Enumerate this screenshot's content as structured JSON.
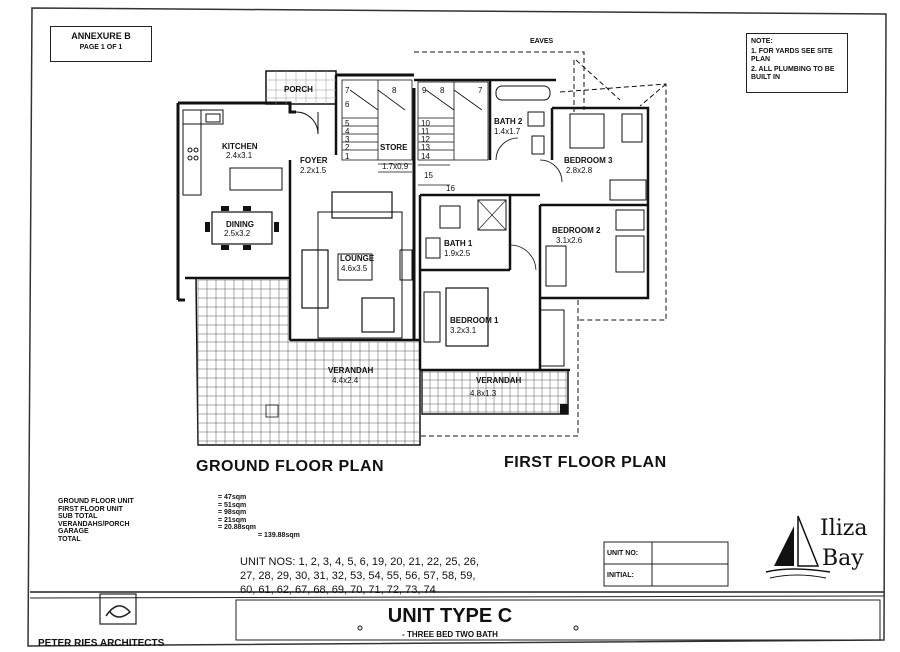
{
  "annexure": {
    "title": "ANNEXURE B",
    "page": "PAGE 1 OF 1"
  },
  "note": {
    "heading": "NOTE:",
    "items": [
      "1. FOR YARDS SEE SITE PLAN",
      "2. ALL PLUMBING TO BE BUILT IN"
    ]
  },
  "labels": {
    "eaves": "EAVES",
    "porch": "PORCH",
    "store": "STORE",
    "store_size": "1.7x0.9",
    "kitchen": "KITCHEN",
    "kitchen_size": "2.4x3.1",
    "foyer": "FOYER",
    "foyer_size": "2.2x1.5",
    "dining": "DINING",
    "dining_size": "2.5x3.2",
    "lounge": "LOUNGE",
    "lounge_size": "4.6x3.5",
    "verandah_ground": "VERANDAH",
    "verandah_ground_size": "4.4x2.4",
    "bath2": "BATH 2",
    "bath2_size": "1.4x1.7",
    "bedroom3": "BEDROOM 3",
    "bedroom3_size": "2.8x2.8",
    "bath1": "BATH 1",
    "bath1_size": "1.9x2.5",
    "bedroom2": "BEDROOM 2",
    "bedroom2_size": "3.1x2.6",
    "bedroom1": "BEDROOM 1",
    "bedroom1_size": "3.2x3.1",
    "verandah_first": "VERANDAH",
    "verandah_first_size": "4.8x1.3",
    "stair_15": "15",
    "stair_16": "16"
  },
  "stair_numbers_ground": [
    "7",
    "6",
    "8",
    "5",
    "4",
    "3",
    "2",
    "1"
  ],
  "stair_numbers_first": [
    "9",
    "8",
    "7",
    "10",
    "11",
    "12",
    "13",
    "14"
  ],
  "plan_titles": {
    "ground": "GROUND FLOOR PLAN",
    "first": "FIRST FLOOR PLAN"
  },
  "areas": {
    "labels": [
      "GROUND FLOOR UNIT",
      "FIRST FLOOR UNIT",
      "SUB TOTAL",
      "VERANDAHS/PORCH",
      "GARAGE",
      "TOTAL"
    ],
    "values": [
      "= 47sqm",
      "= 51sqm",
      "= 98sqm",
      "= 21sqm",
      "= 20.88sqm",
      "= 139.88sqm"
    ]
  },
  "unit_nos": {
    "line1": "UNIT NOS: 1, 2, 3, 4, 5, 6, 19, 20, 21, 22, 25, 26,",
    "line2": "27, 28, 29, 30, 31, 32, 53, 54, 55, 56, 57, 58, 59,",
    "line3": "60, 61, 62, 67, 68, 69, 70, 71, 72, 73, 74"
  },
  "signoff": {
    "unit_no": "UNIT NO:",
    "initial": "INITIAL:"
  },
  "brand": {
    "line1": "Iliza",
    "line2": "Bay"
  },
  "footer": {
    "firm": "PETER RIES ARCHITECTS",
    "unit_type": "UNIT TYPE C",
    "subtitle": "- THREE BED TWO BATH"
  }
}
